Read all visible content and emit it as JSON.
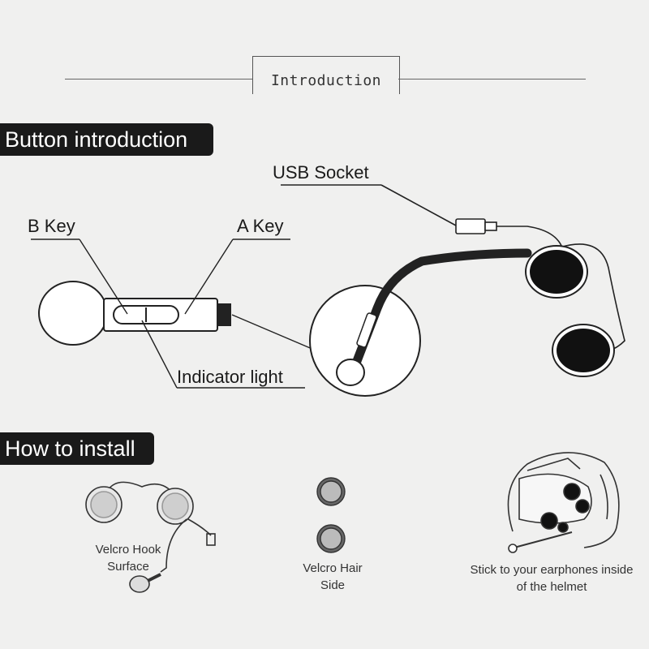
{
  "header": {
    "title": "Introduction"
  },
  "sections": {
    "button_intro": "Button introduction",
    "install": "How to install"
  },
  "callouts": {
    "usb_socket": "USB Socket",
    "b_key": "B Key",
    "a_key": "A Key",
    "indicator_light": "Indicator light"
  },
  "install_captions": {
    "velcro_hook": [
      "Velcro Hook",
      "Surface"
    ],
    "velcro_hair": [
      "Velcro Hair",
      "Side"
    ],
    "stick": [
      "Stick to your earphones inside",
      "of the helmet"
    ]
  }
}
